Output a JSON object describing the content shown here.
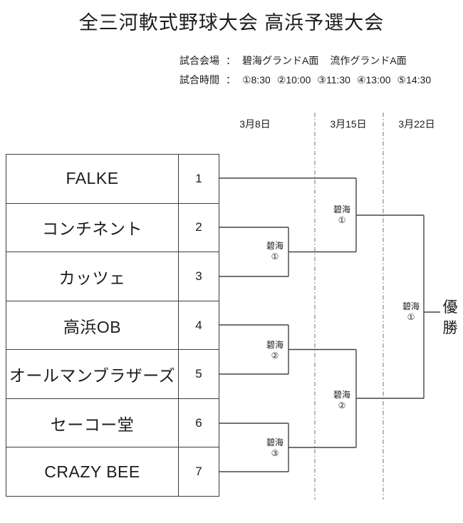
{
  "header": {
    "title": "全三河軟式野球大会 高浜予選大会"
  },
  "info": {
    "venue_label": "試合会場",
    "colon": "：",
    "venues": [
      "碧海グランドA面",
      "流作グランドA面"
    ],
    "time_label": "試合時間",
    "times": [
      "①8:30",
      "②10:00",
      "③11:30",
      "④13:00",
      "⑤14:30"
    ]
  },
  "schedule": {
    "dates": [
      "3月8日",
      "3月15日",
      "3月22日"
    ]
  },
  "teams": [
    {
      "name": "FALKE",
      "seed": "1"
    },
    {
      "name": "コンチネント",
      "seed": "2"
    },
    {
      "name": "カッツェ",
      "seed": "3"
    },
    {
      "name": "高浜OB",
      "seed": "4"
    },
    {
      "name": "オールマンブラザーズ",
      "seed": "5"
    },
    {
      "name": "セーコー堂",
      "seed": "6"
    },
    {
      "name": "CRAZY BEE",
      "seed": "7"
    }
  ],
  "matches": {
    "round1": [
      {
        "venue": "碧海",
        "game": "①"
      },
      {
        "venue": "碧海",
        "game": "②"
      },
      {
        "venue": "碧海",
        "game": "③"
      }
    ],
    "round2": [
      {
        "venue": "碧海",
        "game": "①"
      },
      {
        "venue": "碧海",
        "game": "②"
      }
    ],
    "final": {
      "venue": "碧海",
      "game": "①"
    }
  },
  "champion_label": "優勝",
  "colors": {
    "line": "#454545",
    "divider": "#7d7d7d",
    "text": "#1c1c1c"
  }
}
